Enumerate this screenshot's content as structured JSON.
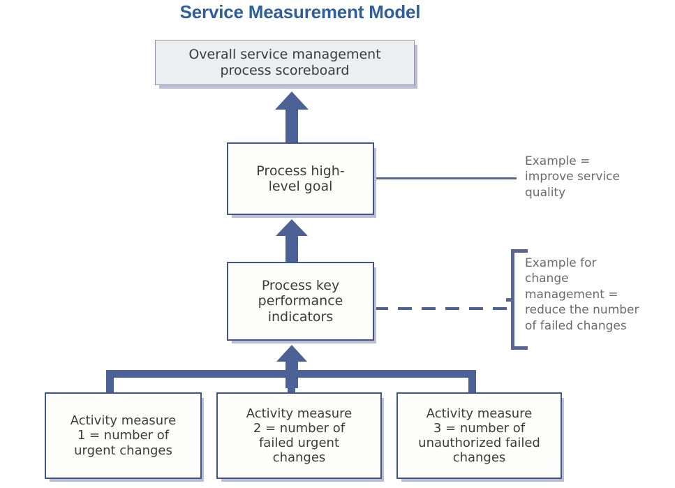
{
  "title": "Service Measurement Model",
  "colors": {
    "title": "#2f5f96",
    "arrow": "#4c6196",
    "box_border": "#3f5689",
    "box_shadow": "#b9bed6",
    "scoreboard_fill": "#eceef1",
    "callout_text": "#6b6b6b",
    "connector": "#5a6691"
  },
  "nodes": {
    "scoreboard": {
      "label": "Overall service management\nprocess scoreboard"
    },
    "goal": {
      "label": "Process high-\nlevel goal"
    },
    "kpi": {
      "label": "Process key\nperformance\nindicators"
    },
    "activities": [
      {
        "label": "Activity measure\n1 = number of\nurgent changes"
      },
      {
        "label": "Activity measure\n2 = number of\nfailed urgent\nchanges"
      },
      {
        "label": "Activity measure\n3 = number of\nunauthorized failed\nchanges"
      }
    ]
  },
  "callouts": {
    "goal_example": "Example =\nimprove service\nquality",
    "kpi_example": "Example for\nchange\nmanagement =\nreduce the number\nof failed changes"
  }
}
